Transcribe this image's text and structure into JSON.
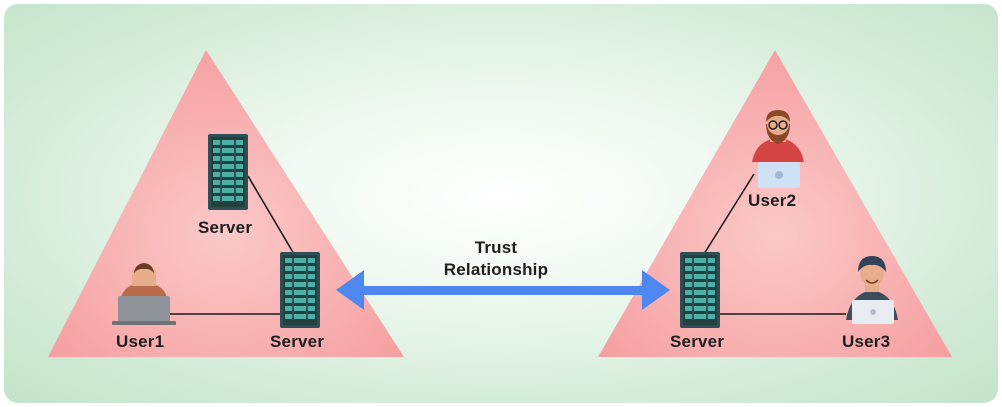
{
  "labels": {
    "left_top_server": "Server",
    "left_bottom_server": "Server",
    "user1": "User1",
    "trust_line1": "Trust",
    "trust_line2": "Relationship",
    "right_server": "Server",
    "user2": "User2",
    "user3": "User3"
  },
  "colors": {
    "background_edge": "#c4e4ca",
    "triangle_fill": "#f5979a",
    "arrow": "#4f87f0",
    "server_body": "#2e4f55",
    "server_stripe": "#4fb0a8",
    "connector_line": "#1a1a1a"
  },
  "icons": {
    "server": "server-rack-icon",
    "user_laptop": "person-with-laptop-icon"
  }
}
